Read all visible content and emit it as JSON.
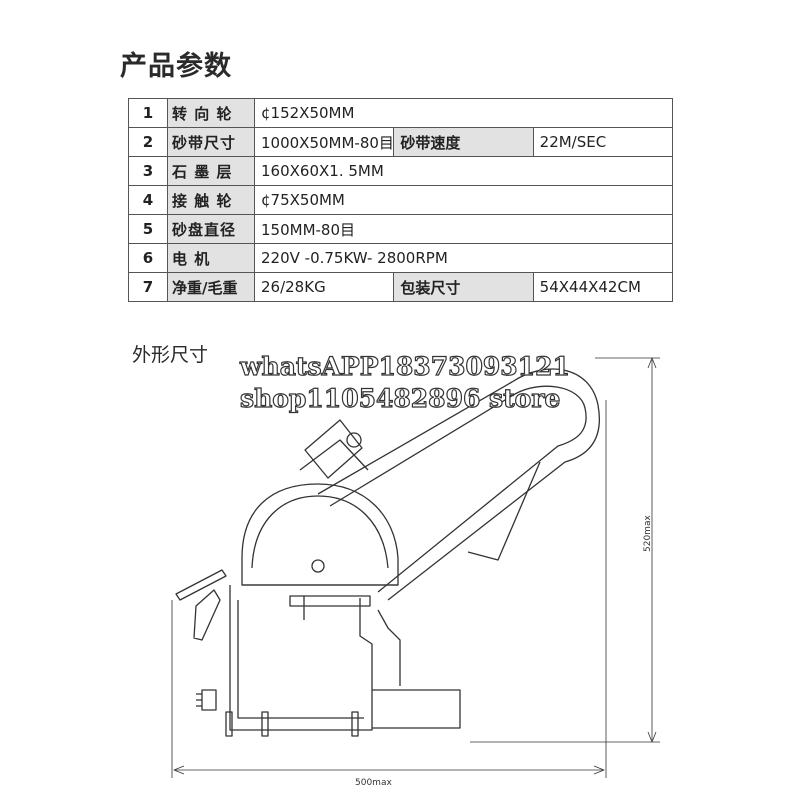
{
  "title": "产品参数",
  "specs": [
    {
      "no": "1",
      "label": "转 向 轮",
      "value": "¢152X50MM"
    },
    {
      "no": "2",
      "label": "砂带尺寸",
      "value": "1000X50MM-80目",
      "label2": "砂带速度",
      "value2": "22M/SEC"
    },
    {
      "no": "3",
      "label": "石 墨 层",
      "value": "160X60X1. 5MM"
    },
    {
      "no": "4",
      "label": "接 触 轮",
      "value": "¢75X50MM"
    },
    {
      "no": "5",
      "label": "砂盘直径",
      "value": "150MM-80目"
    },
    {
      "no": "6",
      "label": "电    机",
      "value": "220V -0.75KW- 2800RPM"
    },
    {
      "no": "7",
      "label": "净重/毛重",
      "value": "26/28KG",
      "label2": "包装尺寸",
      "value2": "54X44X42CM"
    }
  ],
  "drawing": {
    "title": "外形尺寸",
    "width_dim": "500max",
    "height_dim": "520max"
  },
  "watermark": {
    "line1": "whatsAPP18373093121",
    "line2": "shop1105482896 store"
  }
}
